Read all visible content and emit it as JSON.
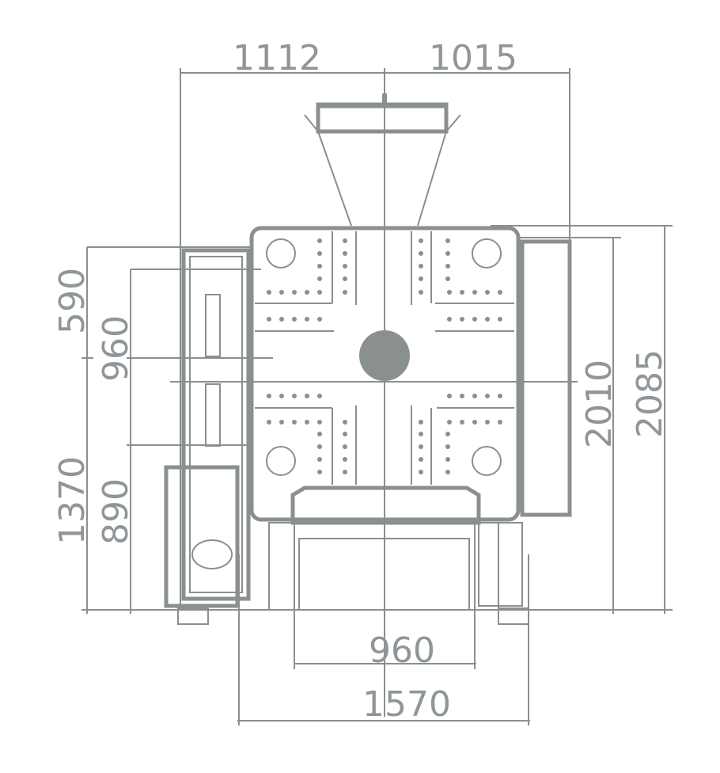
{
  "drawing": {
    "dimensions": {
      "top_left": "1112",
      "top_right": "1015",
      "left_outer_top": "590",
      "left_outer_bottom": "1370",
      "left_inner_top": "960",
      "left_inner_bottom": "890",
      "right_inner": "2010",
      "right_outer": "2085",
      "bottom_inner": "960",
      "bottom_outer": "1570"
    },
    "line_color": "#8a8f8f",
    "text_color": "#8f9699"
  }
}
